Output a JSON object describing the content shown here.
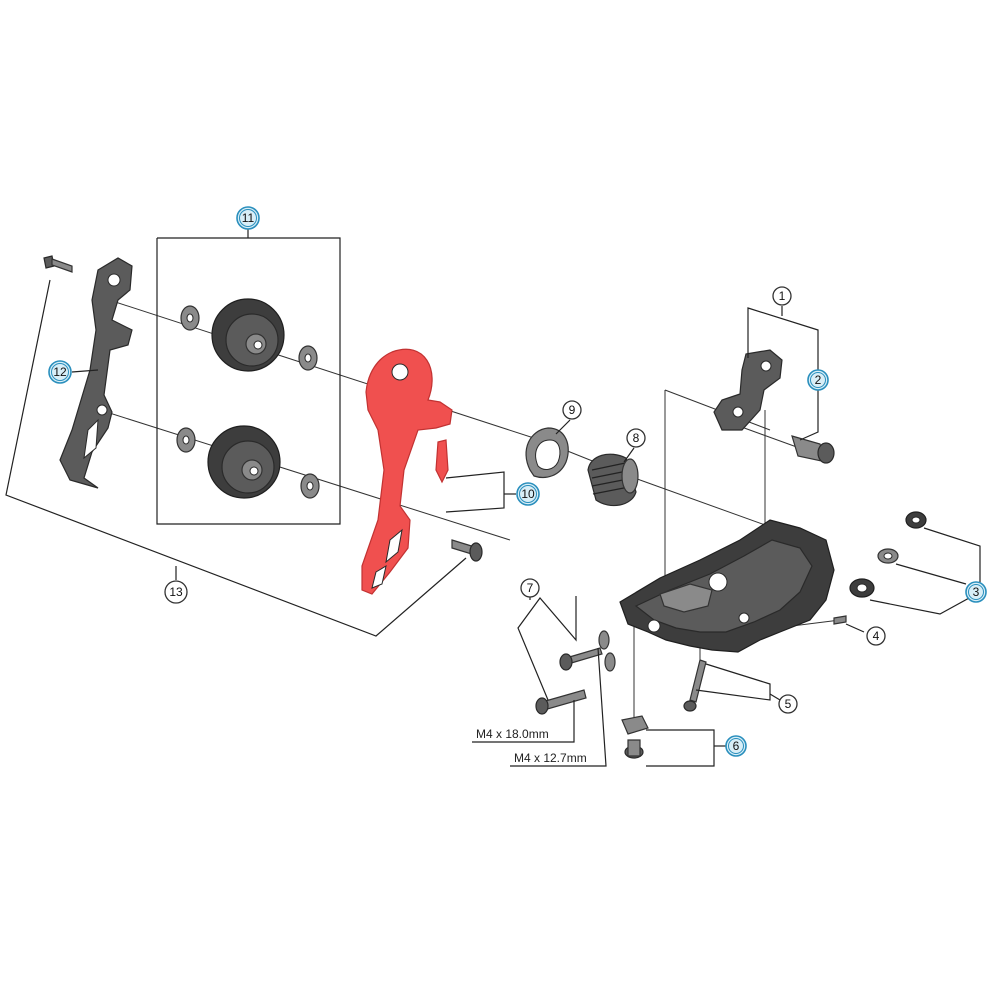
{
  "callouts": [
    {
      "id": "1",
      "label": "1",
      "highlight": false
    },
    {
      "id": "2",
      "label": "2",
      "highlight": true
    },
    {
      "id": "3",
      "label": "3",
      "highlight": true
    },
    {
      "id": "4",
      "label": "4",
      "highlight": false
    },
    {
      "id": "5",
      "label": "5",
      "highlight": false
    },
    {
      "id": "6",
      "label": "6",
      "highlight": true
    },
    {
      "id": "7",
      "label": "7",
      "highlight": false
    },
    {
      "id": "8",
      "label": "8",
      "highlight": false
    },
    {
      "id": "9",
      "label": "9",
      "highlight": false
    },
    {
      "id": "10",
      "label": "10",
      "highlight": true
    },
    {
      "id": "11",
      "label": "11",
      "highlight": true
    },
    {
      "id": "12",
      "label": "12",
      "highlight": true
    },
    {
      "id": "13",
      "label": "13",
      "highlight": false
    }
  ],
  "dimensions": {
    "bolt_long": "M4 x 18.0mm",
    "bolt_short": "M4 x 12.7mm"
  },
  "colors": {
    "highlight_part": "#f0504f",
    "callout_highlight": "#2a8fbd",
    "part_gray": "#5b5b5b"
  }
}
